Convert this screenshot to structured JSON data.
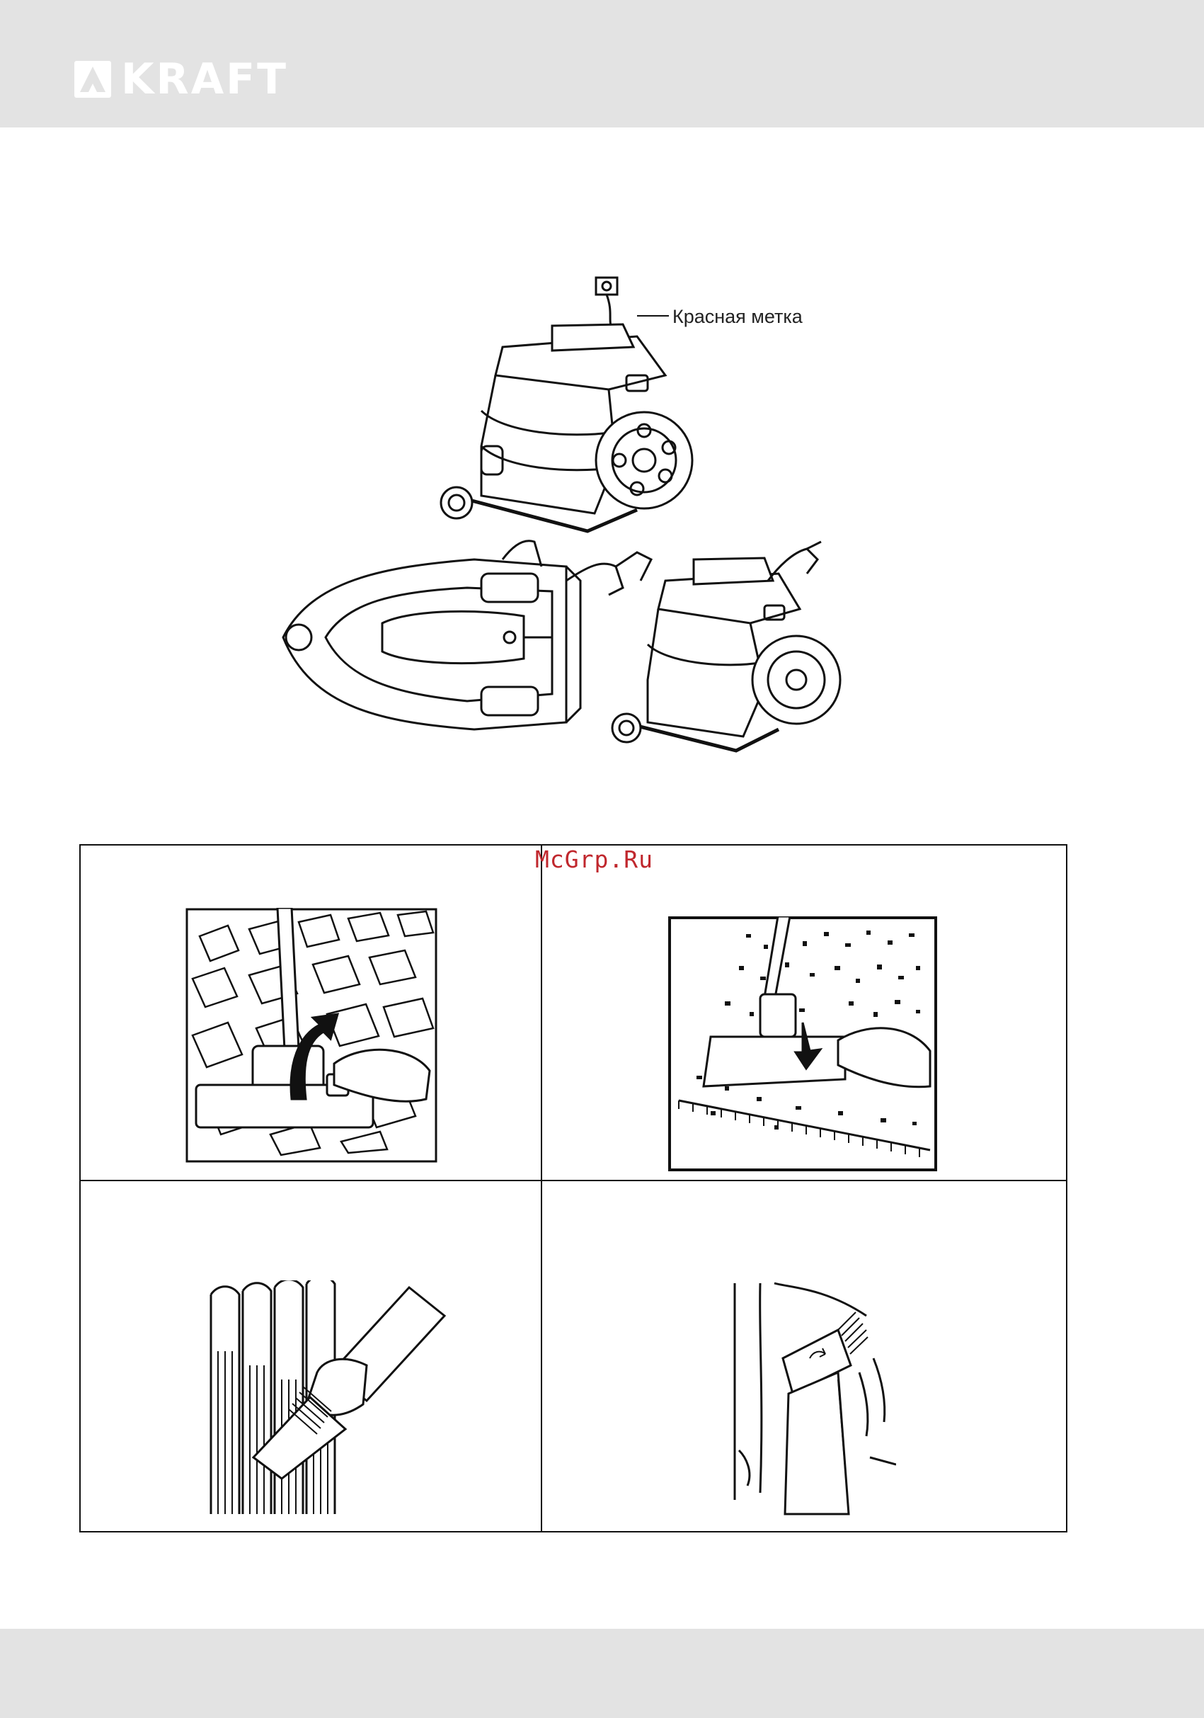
{
  "header": {
    "brand": "KRAFT",
    "logo_icon": "kraft-triangle-logo-icon",
    "band_color": "#e3e3e3"
  },
  "figure_top": {
    "callout_label": "Красная метка"
  },
  "grid": {
    "panels": [
      {
        "icon": "nozzle-hard-floor-icon"
      },
      {
        "icon": "nozzle-carpet-icon"
      },
      {
        "icon": "brush-radiator-icon"
      },
      {
        "icon": "crevice-curtain-icon"
      }
    ]
  },
  "watermark": {
    "text": "McGrp.Ru",
    "color": "#c0272d"
  },
  "footer": {
    "band_color": "#e3e3e3"
  }
}
